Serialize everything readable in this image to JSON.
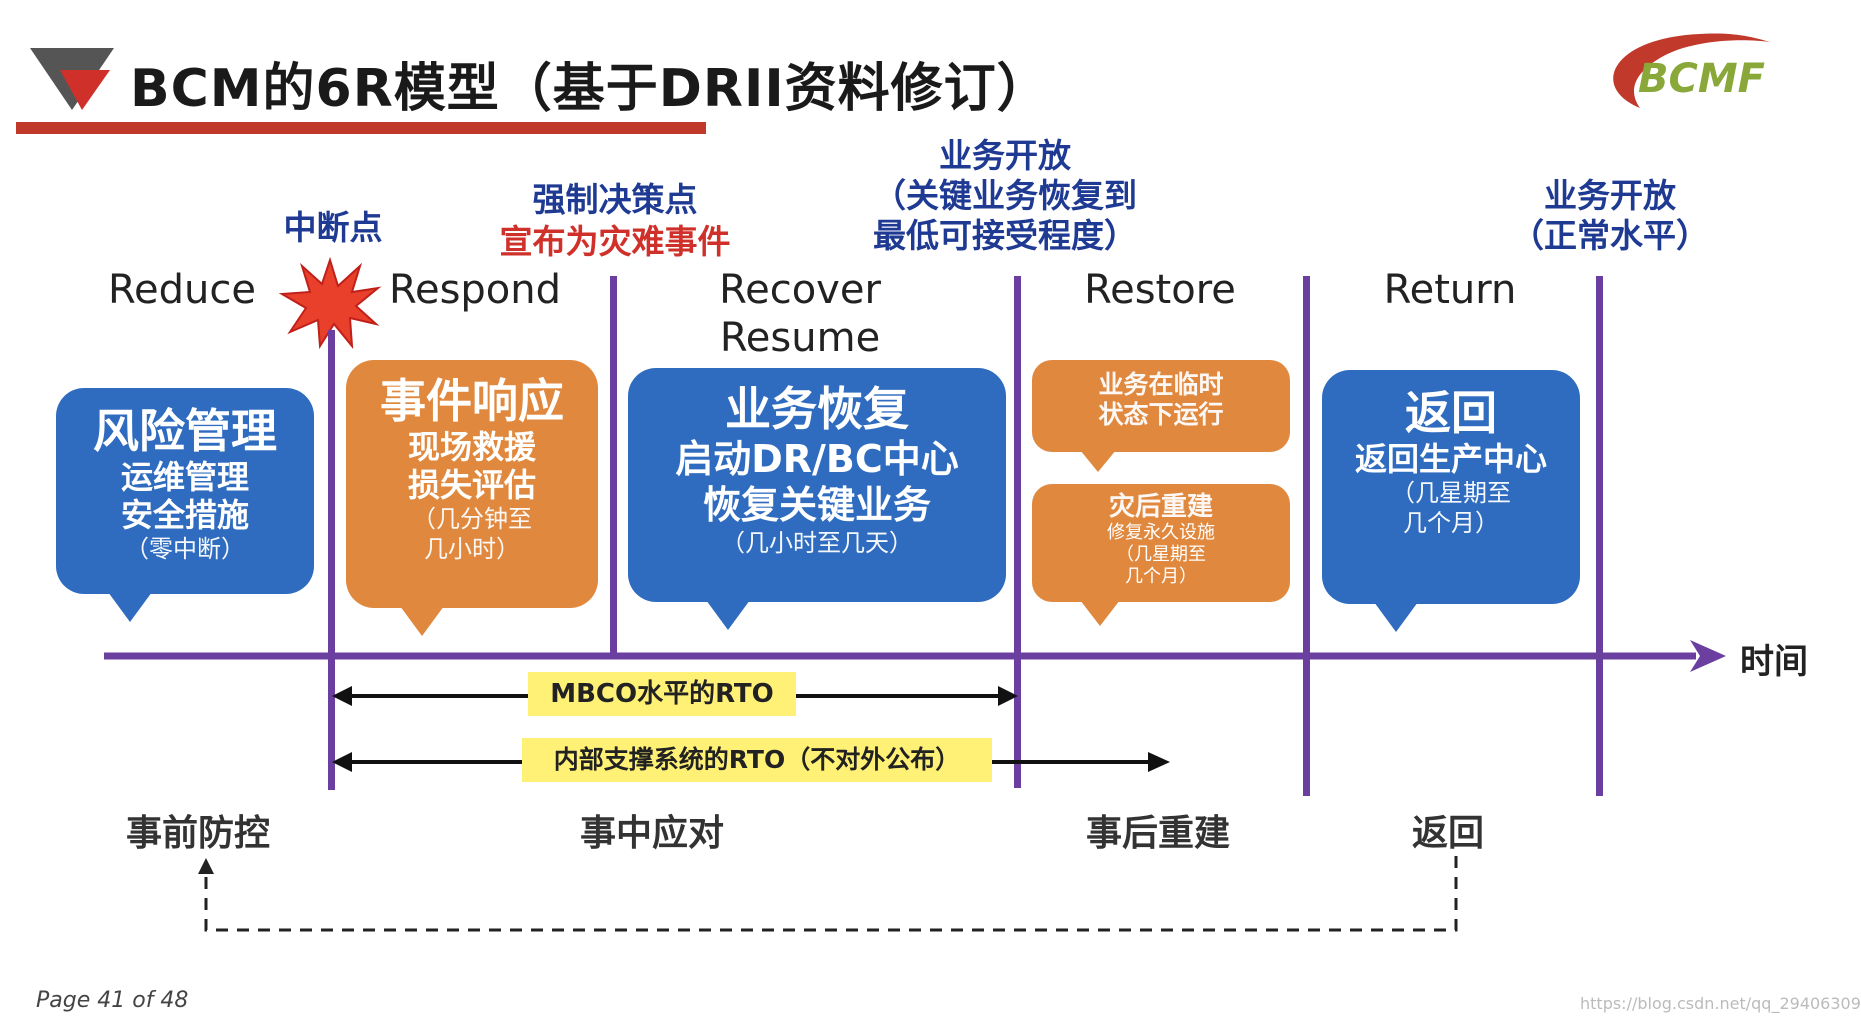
{
  "title": "BCM的6R模型（基于DRII资料修订）",
  "logo_text": "BCMF",
  "annotations": {
    "interrupt_point": "中断点",
    "forced_decision_1": "强制决策点",
    "forced_decision_2": "宣布为灾难事件",
    "business_open_1_l1": "业务开放",
    "business_open_1_l2": "（关键业务恢复到",
    "business_open_1_l3": "最低可接受程度）",
    "business_open_2_l1": "业务开放",
    "business_open_2_l2": "（正常水平）"
  },
  "phases": {
    "reduce": "Reduce",
    "respond": "Respond",
    "recover": "Recover",
    "resume": "Resume",
    "restore": "Restore",
    "return": "Return"
  },
  "bubbles": {
    "risk": {
      "title": "风险管理",
      "l1": "运维管理",
      "l2": "安全措施",
      "l3": "（零中断）"
    },
    "incident": {
      "title": "事件响应",
      "l1": "现场救援",
      "l2": "损失评估",
      "l3": "（几分钟至",
      "l4": "几小时）"
    },
    "recovery": {
      "title": "业务恢复",
      "l1": "启动DR/BC中心",
      "l2": "恢复关键业务",
      "l3": "（几小时至几天）"
    },
    "temp": {
      "l1": "业务在临时",
      "l2": "状态下运行"
    },
    "rebuild": {
      "title": "灾后重建",
      "l1": "修复永久设施",
      "l2": "（几星期至",
      "l3": "几个月）"
    },
    "return": {
      "title": "返回",
      "l1": "返回生产中心",
      "l2": "（几星期至",
      "l3": "几个月）"
    }
  },
  "axis_label": "时间",
  "rto_labels": {
    "mbco": "MBCO水平的RTO",
    "internal": "内部支撑系统的RTO（不对外公布）"
  },
  "stages": {
    "pre": "事前防控",
    "during": "事中应对",
    "post": "事后重建",
    "back": "返回"
  },
  "footer": "Page 41 of 48",
  "watermark": "https://blog.csdn.net/qq_29406309",
  "colors": {
    "accent": "#c0392b",
    "axis": "#6a3fa0",
    "blue": "#2f6cc0",
    "orange": "#e0883e",
    "yellow": "#fff176"
  }
}
